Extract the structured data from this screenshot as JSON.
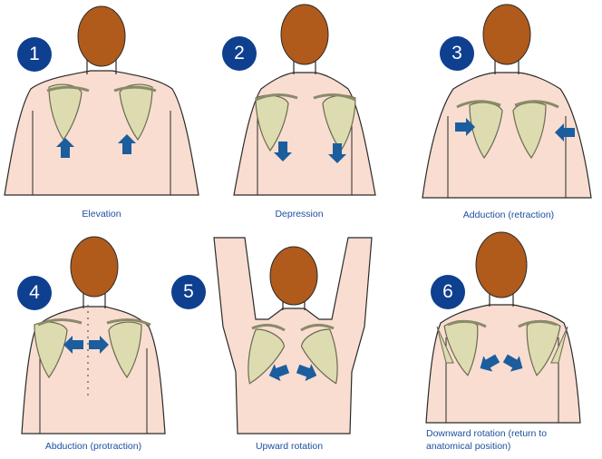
{
  "panels": [
    {
      "number": "1",
      "caption": "Elevation"
    },
    {
      "number": "2",
      "caption": "Depression"
    },
    {
      "number": "3",
      "caption": "Adduction (retraction)"
    },
    {
      "number": "4",
      "caption": "Abduction (protraction)"
    },
    {
      "number": "5",
      "caption": "Upward rotation"
    },
    {
      "number": "6",
      "caption_line1": "Downward rotation (return to",
      "caption_line2": "anatomical position)"
    }
  ],
  "colors": {
    "skin": "#f8ddd0",
    "hair": "#b05a1c",
    "bone": "#dddcb0",
    "arrow": "#1c5d9e",
    "badge": "#0f3f8f",
    "caption": "#1d4fa0"
  }
}
